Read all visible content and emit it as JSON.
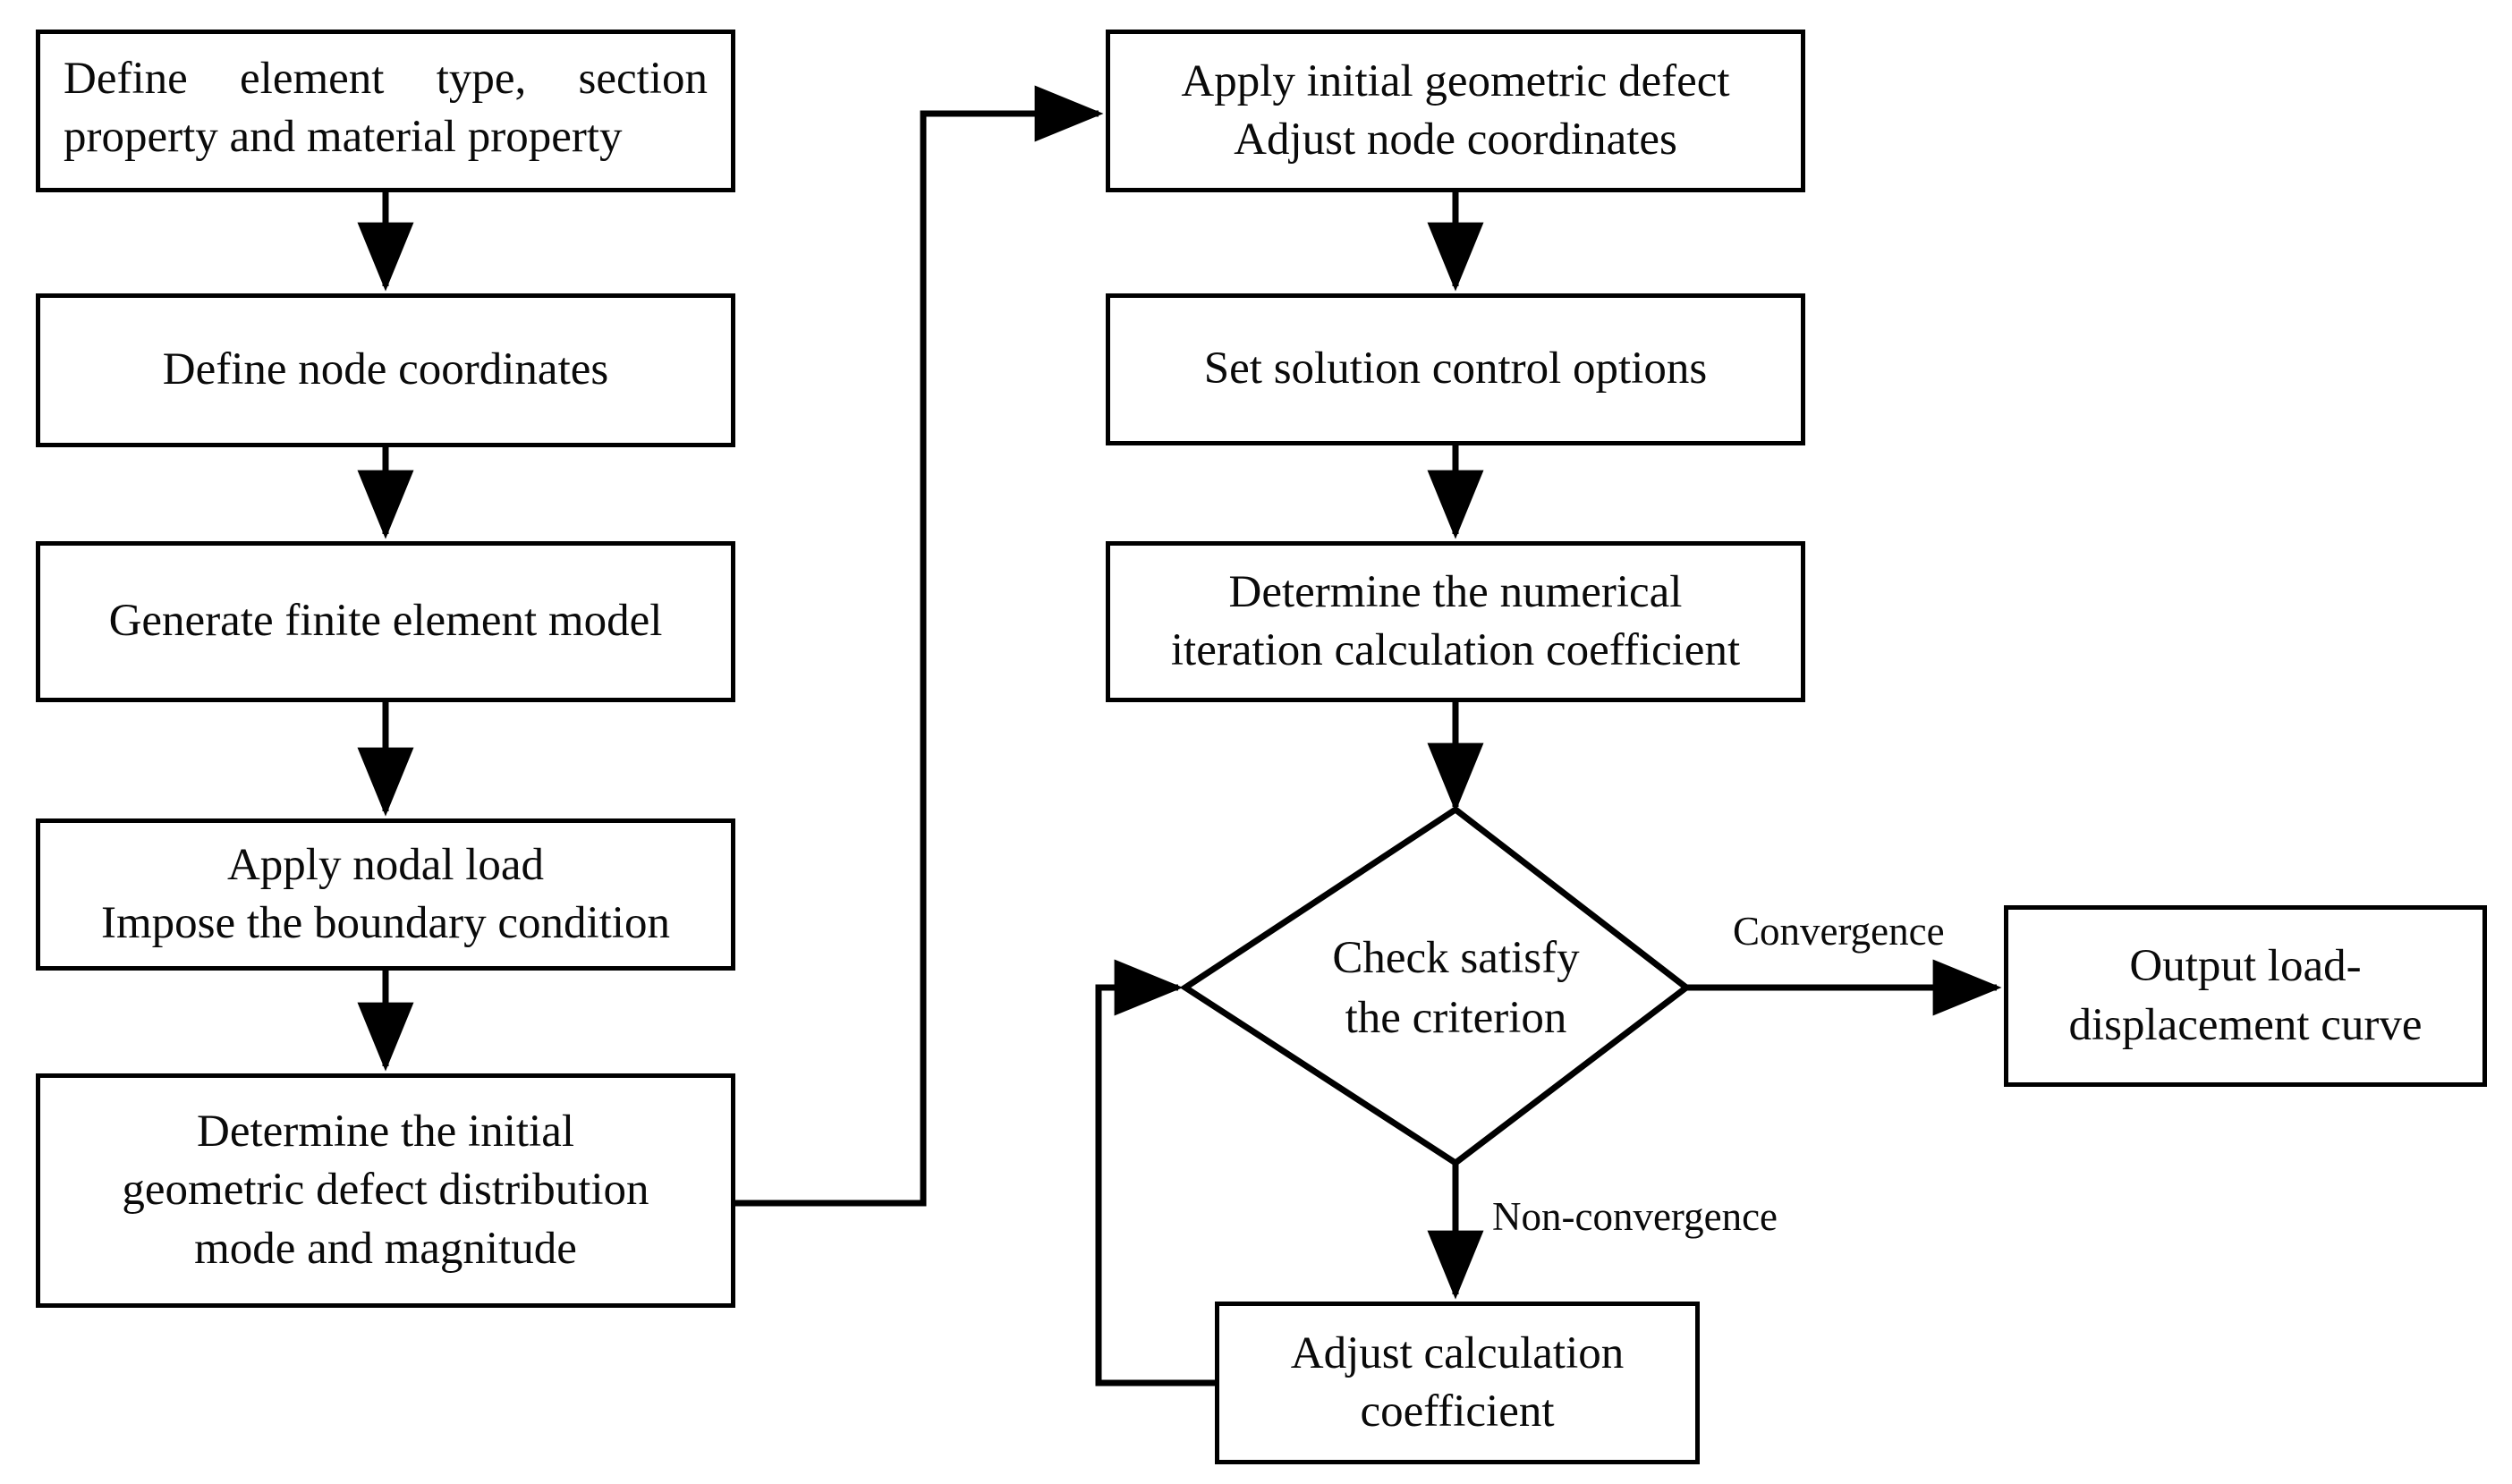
{
  "diagram": {
    "title_present": false,
    "type": "flowchart",
    "background_color": "#ffffff",
    "line_color": "#000000",
    "text_color": "#0a0a0a"
  },
  "nodes": {
    "define_element_type": {
      "shape": "rectangle",
      "line1": "Define  element  type,  section",
      "line2": "property and material property"
    },
    "define_node_coordinates": {
      "shape": "rectangle",
      "line1": "Define node coordinates"
    },
    "generate_fe_model": {
      "shape": "rectangle",
      "line1": "Generate finite element model"
    },
    "apply_nodal_load": {
      "shape": "rectangle",
      "line1": "Apply nodal load",
      "line2": "Impose the boundary condition"
    },
    "determine_initial_defect": {
      "shape": "rectangle",
      "line1": "Determine the initial",
      "line2": "geometric defect distribution",
      "line3": "mode and magnitude"
    },
    "apply_initial_defect": {
      "shape": "rectangle",
      "line1": "Apply initial geometric defect",
      "line2": "Adjust node coordinates"
    },
    "set_solution_control": {
      "shape": "rectangle",
      "line1": "Set solution control options"
    },
    "determine_numerical_coefficient": {
      "shape": "rectangle",
      "line1": "Determine the numerical",
      "line2": "iteration calculation coefficient"
    },
    "check_criterion": {
      "shape": "diamond",
      "line1": "Check satisfy",
      "line2": "the criterion"
    },
    "adjust_calculation_coefficient": {
      "shape": "rectangle",
      "line1": "Adjust calculation",
      "line2": "coefficient"
    },
    "output_curve": {
      "shape": "rectangle",
      "line1": "Output load-",
      "line2": "displacement curve"
    }
  },
  "edge_labels": {
    "convergence": "Convergence",
    "non_convergence": "Non-convergence"
  }
}
